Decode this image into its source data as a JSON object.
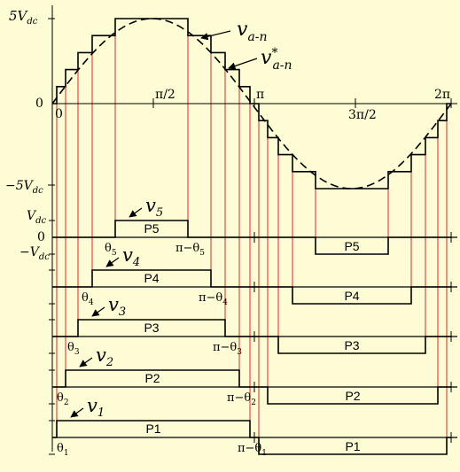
{
  "colors": {
    "background": "#fdfcd4",
    "ink": "#000000",
    "red": "#e8242c"
  },
  "labels": {
    "y_top": "5V",
    "y_top_sub": "dc",
    "y_zero": "0",
    "y_bottom": "−5V",
    "y_bottom_sub": "dc",
    "x_zero": "0",
    "x_half_pi": "π/2",
    "x_pi": "π",
    "x_three_half_pi": "3π/2",
    "x_two_pi": "2π",
    "v_an": "v",
    "v_an_sub": "a-n",
    "v_an_ref": "v",
    "v_an_ref_sup": "*",
    "v_an_ref_sub": "a-n",
    "vdc_pos": "V",
    "vdc_pos_sub": "dc",
    "level_zero": "0",
    "vdc_neg": "−V",
    "vdc_neg_sub": "dc"
  },
  "stages": [
    {
      "v": "v",
      "sub": "5",
      "box": "P5",
      "theta": "θ",
      "theta_sub": "5",
      "pi_minus": "π−θ",
      "pi_minus_sub": "5"
    },
    {
      "v": "v",
      "sub": "4",
      "box": "P4",
      "theta": "θ",
      "theta_sub": "4",
      "pi_minus": "π−θ",
      "pi_minus_sub": "4"
    },
    {
      "v": "v",
      "sub": "3",
      "box": "P3",
      "theta": "θ",
      "theta_sub": "3",
      "pi_minus": "π−θ",
      "pi_minus_sub": "3"
    },
    {
      "v": "v",
      "sub": "2",
      "box": "P2",
      "theta": "θ",
      "theta_sub": "2",
      "pi_minus": "π−θ",
      "pi_minus_sub": "2"
    },
    {
      "v": "v",
      "sub": "1",
      "box": "P1",
      "theta": "θ",
      "theta_sub": "1",
      "pi_minus": "π−θ",
      "pi_minus_sub": "1"
    }
  ]
}
